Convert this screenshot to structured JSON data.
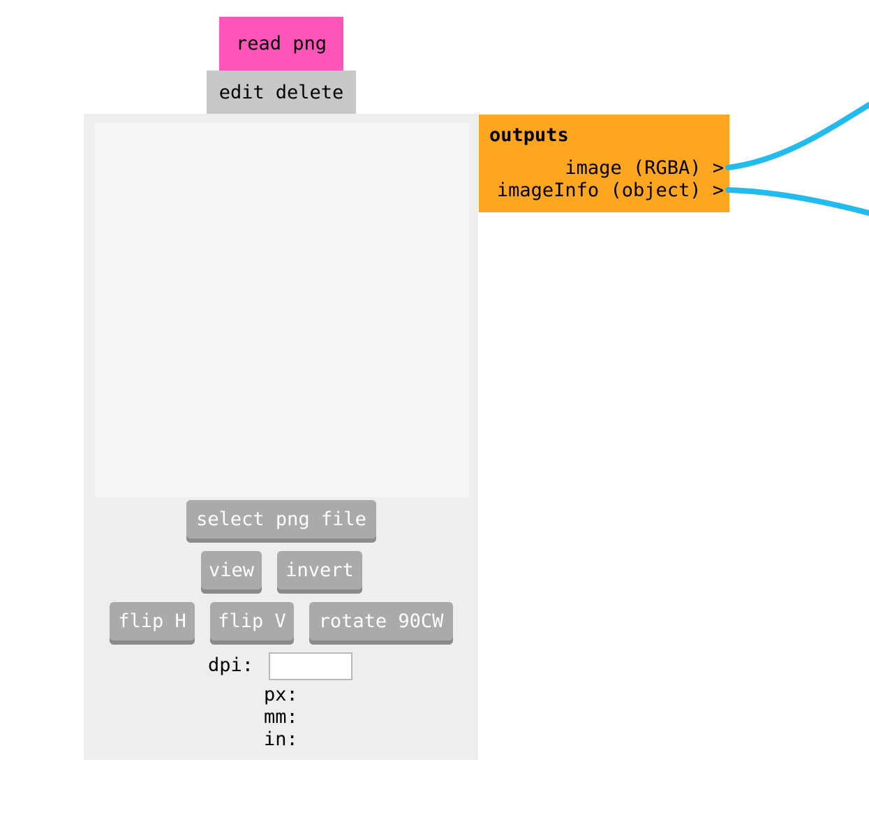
{
  "module": {
    "title": "read png",
    "actions": {
      "edit": "edit",
      "delete": "delete"
    }
  },
  "controls": {
    "select_file": "select png file",
    "view": "view",
    "invert": "invert",
    "flip_h": "flip H",
    "flip_v": "flip V",
    "rotate": "rotate 90CW"
  },
  "dpi": {
    "label": "dpi:",
    "value": "",
    "px_label": "px:",
    "mm_label": "mm:",
    "in_label": "in:"
  },
  "outputs": {
    "title": "outputs",
    "ports": [
      {
        "label": "image (RGBA) >"
      },
      {
        "label": "imageInfo (object) >"
      }
    ]
  },
  "colors": {
    "title_bg": "#ff55bb",
    "actions_bg": "#c8c8c8",
    "panel_bg": "#eeeeee",
    "outputs_bg": "#ffa620",
    "button_bg": "#aaaaaa",
    "wire": "#22bbee"
  }
}
